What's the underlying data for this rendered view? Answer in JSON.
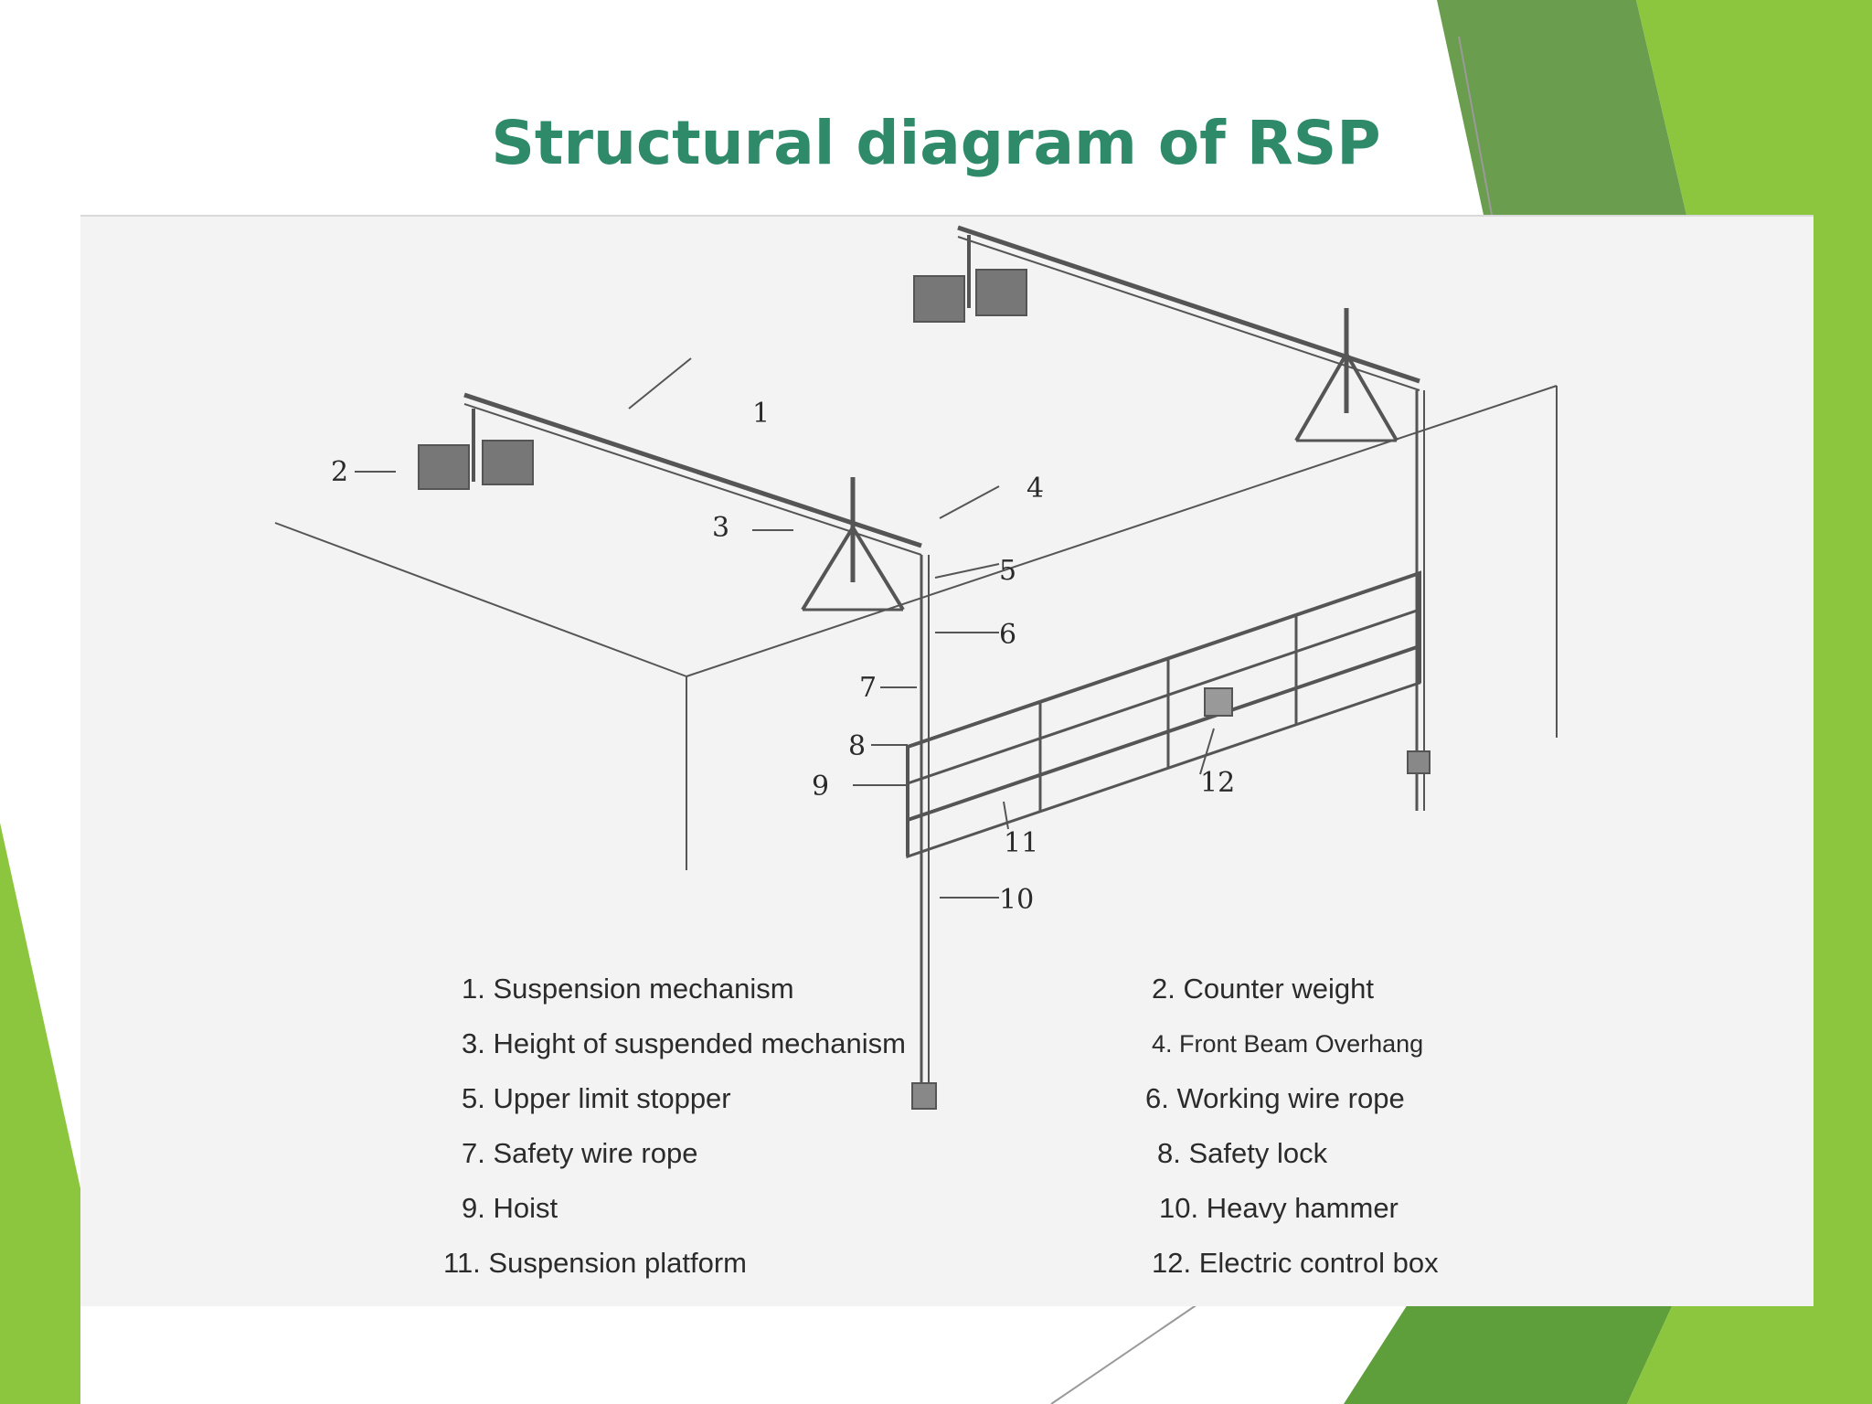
{
  "slide": {
    "title": "Structural diagram of RSP"
  },
  "theme": {
    "accent_green_light": "#8cc63f",
    "accent_green_dark": "#5e9e3b",
    "title_color": "#2f8a6a",
    "panel_color": "#f4f3f3"
  },
  "diagram": {
    "callouts": [
      "1",
      "2",
      "3",
      "4",
      "5",
      "6",
      "7",
      "8",
      "9",
      "10",
      "11",
      "12"
    ],
    "legend": [
      "1. Suspension mechanism",
      "2. Counter weight",
      "3. Height of suspended mechanism",
      "4. Front Beam Overhang",
      "5. Upper limit stopper",
      "6. Working wire rope",
      "7. Safety wire rope",
      "8. Safety lock",
      "9. Hoist",
      "10. Heavy hammer",
      "11. Suspension platform",
      "12. Electric control box"
    ]
  }
}
